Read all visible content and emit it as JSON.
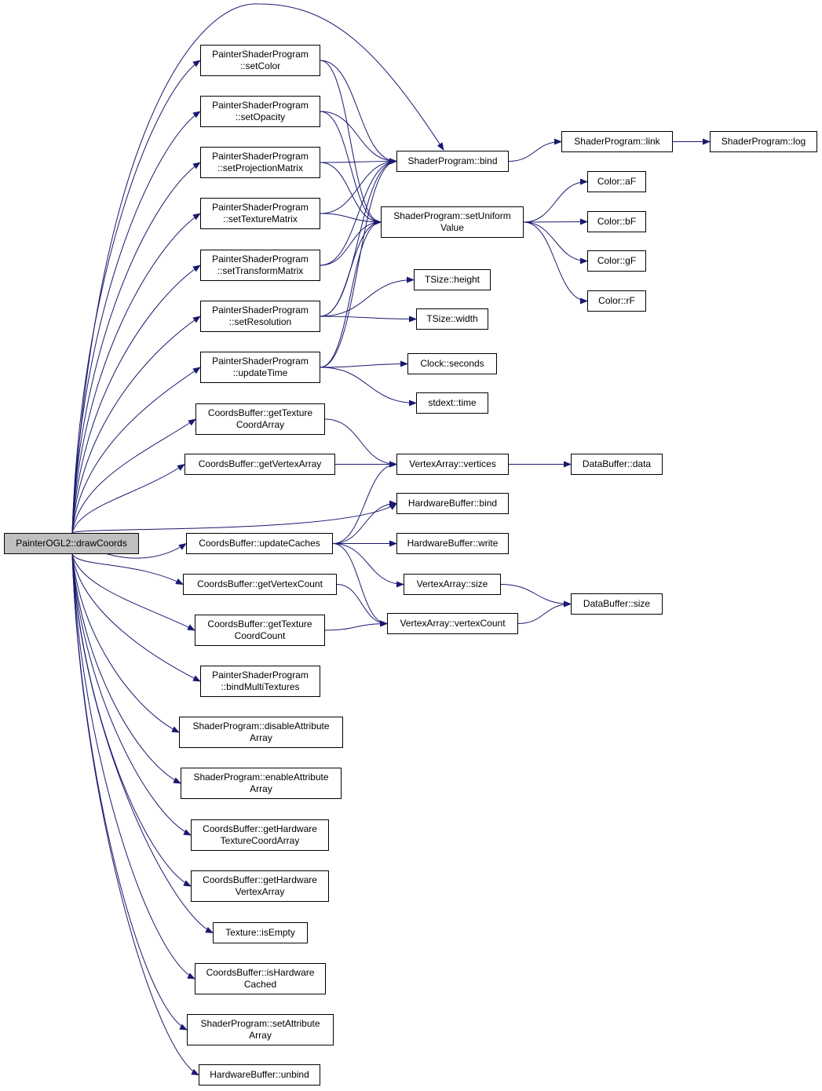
{
  "colors": {
    "edge": "#191970",
    "root_fill": "#bfbfbf",
    "node_fill": "#ffffff",
    "border": "#000000"
  },
  "nodes": {
    "drawCoords": [
      "PainterOGL2::drawCoords"
    ],
    "setColor": [
      "PainterShaderProgram",
      "::setColor"
    ],
    "setOpacity": [
      "PainterShaderProgram",
      "::setOpacity"
    ],
    "setProjectionMatrix": [
      "PainterShaderProgram",
      "::setProjectionMatrix"
    ],
    "setTextureMatrix": [
      "PainterShaderProgram",
      "::setTextureMatrix"
    ],
    "setTransformMatrix": [
      "PainterShaderProgram",
      "::setTransformMatrix"
    ],
    "setResolution": [
      "PainterShaderProgram",
      "::setResolution"
    ],
    "updateTime": [
      "PainterShaderProgram",
      "::updateTime"
    ],
    "getTextureCoordArray": [
      "CoordsBuffer::getTexture",
      "CoordArray"
    ],
    "getVertexArray": [
      "CoordsBuffer::getVertexArray"
    ],
    "updateCaches": [
      "CoordsBuffer::updateCaches"
    ],
    "getVertexCount": [
      "CoordsBuffer::getVertexCount"
    ],
    "getTextureCoordCount": [
      "CoordsBuffer::getTexture",
      "CoordCount"
    ],
    "bindMultiTextures": [
      "PainterShaderProgram",
      "::bindMultiTextures"
    ],
    "disableAttributeArray": [
      "ShaderProgram::disableAttribute",
      "Array"
    ],
    "enableAttributeArray": [
      "ShaderProgram::enableAttribute",
      "Array"
    ],
    "getHardwareTextureCoordArray": [
      "CoordsBuffer::getHardware",
      "TextureCoordArray"
    ],
    "getHardwareVertexArray": [
      "CoordsBuffer::getHardware",
      "VertexArray"
    ],
    "isEmpty": [
      "Texture::isEmpty"
    ],
    "isHardwareCached": [
      "CoordsBuffer::isHardware",
      "Cached"
    ],
    "setAttributeArray": [
      "ShaderProgram::setAttribute",
      "Array"
    ],
    "hwUnbind": [
      "HardwareBuffer::unbind"
    ],
    "spBind": [
      "ShaderProgram::bind"
    ],
    "spLink": [
      "ShaderProgram::link"
    ],
    "spLog": [
      "ShaderProgram::log"
    ],
    "setUniformValue": [
      "ShaderProgram::setUniform",
      "Value"
    ],
    "colorA": [
      "Color::aF"
    ],
    "colorB": [
      "Color::bF"
    ],
    "colorG": [
      "Color::gF"
    ],
    "colorR": [
      "Color::rF"
    ],
    "tsizeHeight": [
      "TSize::height"
    ],
    "tsizeWidth": [
      "TSize::width"
    ],
    "clockSeconds": [
      "Clock::seconds"
    ],
    "stdextTime": [
      "stdext::time"
    ],
    "vaVertices": [
      "VertexArray::vertices"
    ],
    "dbData": [
      "DataBuffer::data"
    ],
    "hwBind": [
      "HardwareBuffer::bind"
    ],
    "hwWrite": [
      "HardwareBuffer::write"
    ],
    "vaSize": [
      "VertexArray::size"
    ],
    "dbSize": [
      "DataBuffer::size"
    ],
    "vaVertexCount": [
      "VertexArray::vertexCount"
    ]
  },
  "edges": [
    [
      "drawCoords",
      "setColor"
    ],
    [
      "drawCoords",
      "setOpacity"
    ],
    [
      "drawCoords",
      "setProjectionMatrix"
    ],
    [
      "drawCoords",
      "setTextureMatrix"
    ],
    [
      "drawCoords",
      "setTransformMatrix"
    ],
    [
      "drawCoords",
      "setResolution"
    ],
    [
      "drawCoords",
      "updateTime"
    ],
    [
      "drawCoords",
      "getTextureCoordArray"
    ],
    [
      "drawCoords",
      "getVertexArray"
    ],
    [
      "drawCoords",
      "hwBind"
    ],
    [
      "drawCoords",
      "updateCaches"
    ],
    [
      "drawCoords",
      "getVertexCount"
    ],
    [
      "drawCoords",
      "getTextureCoordCount"
    ],
    [
      "drawCoords",
      "bindMultiTextures"
    ],
    [
      "drawCoords",
      "disableAttributeArray"
    ],
    [
      "drawCoords",
      "enableAttributeArray"
    ],
    [
      "drawCoords",
      "getHardwareTextureCoordArray"
    ],
    [
      "drawCoords",
      "getHardwareVertexArray"
    ],
    [
      "drawCoords",
      "isEmpty"
    ],
    [
      "drawCoords",
      "isHardwareCached"
    ],
    [
      "drawCoords",
      "setAttributeArray"
    ],
    [
      "drawCoords",
      "hwUnbind"
    ],
    [
      "drawCoords",
      "spBind"
    ],
    [
      "setColor",
      "spBind"
    ],
    [
      "setColor",
      "setUniformValue"
    ],
    [
      "setOpacity",
      "spBind"
    ],
    [
      "setOpacity",
      "setUniformValue"
    ],
    [
      "setProjectionMatrix",
      "spBind"
    ],
    [
      "setProjectionMatrix",
      "setUniformValue"
    ],
    [
      "setTextureMatrix",
      "spBind"
    ],
    [
      "setTextureMatrix",
      "setUniformValue"
    ],
    [
      "setTransformMatrix",
      "spBind"
    ],
    [
      "setTransformMatrix",
      "setUniformValue"
    ],
    [
      "setResolution",
      "spBind"
    ],
    [
      "setResolution",
      "setUniformValue"
    ],
    [
      "setResolution",
      "tsizeHeight"
    ],
    [
      "setResolution",
      "tsizeWidth"
    ],
    [
      "updateTime",
      "spBind"
    ],
    [
      "updateTime",
      "setUniformValue"
    ],
    [
      "updateTime",
      "clockSeconds"
    ],
    [
      "updateTime",
      "stdextTime"
    ],
    [
      "spBind",
      "spLink"
    ],
    [
      "spLink",
      "spLog"
    ],
    [
      "setUniformValue",
      "colorA"
    ],
    [
      "setUniformValue",
      "colorB"
    ],
    [
      "setUniformValue",
      "colorG"
    ],
    [
      "setUniformValue",
      "colorR"
    ],
    [
      "getTextureCoordArray",
      "vaVertices"
    ],
    [
      "getVertexArray",
      "vaVertices"
    ],
    [
      "vaVertices",
      "dbData"
    ],
    [
      "updateCaches",
      "vaVertices"
    ],
    [
      "updateCaches",
      "hwBind"
    ],
    [
      "updateCaches",
      "hwWrite"
    ],
    [
      "updateCaches",
      "vaSize"
    ],
    [
      "updateCaches",
      "vaVertexCount"
    ],
    [
      "getVertexCount",
      "vaVertexCount"
    ],
    [
      "getTextureCoordCount",
      "vaVertexCount"
    ],
    [
      "vaSize",
      "dbSize"
    ],
    [
      "vaVertexCount",
      "dbSize"
    ]
  ]
}
